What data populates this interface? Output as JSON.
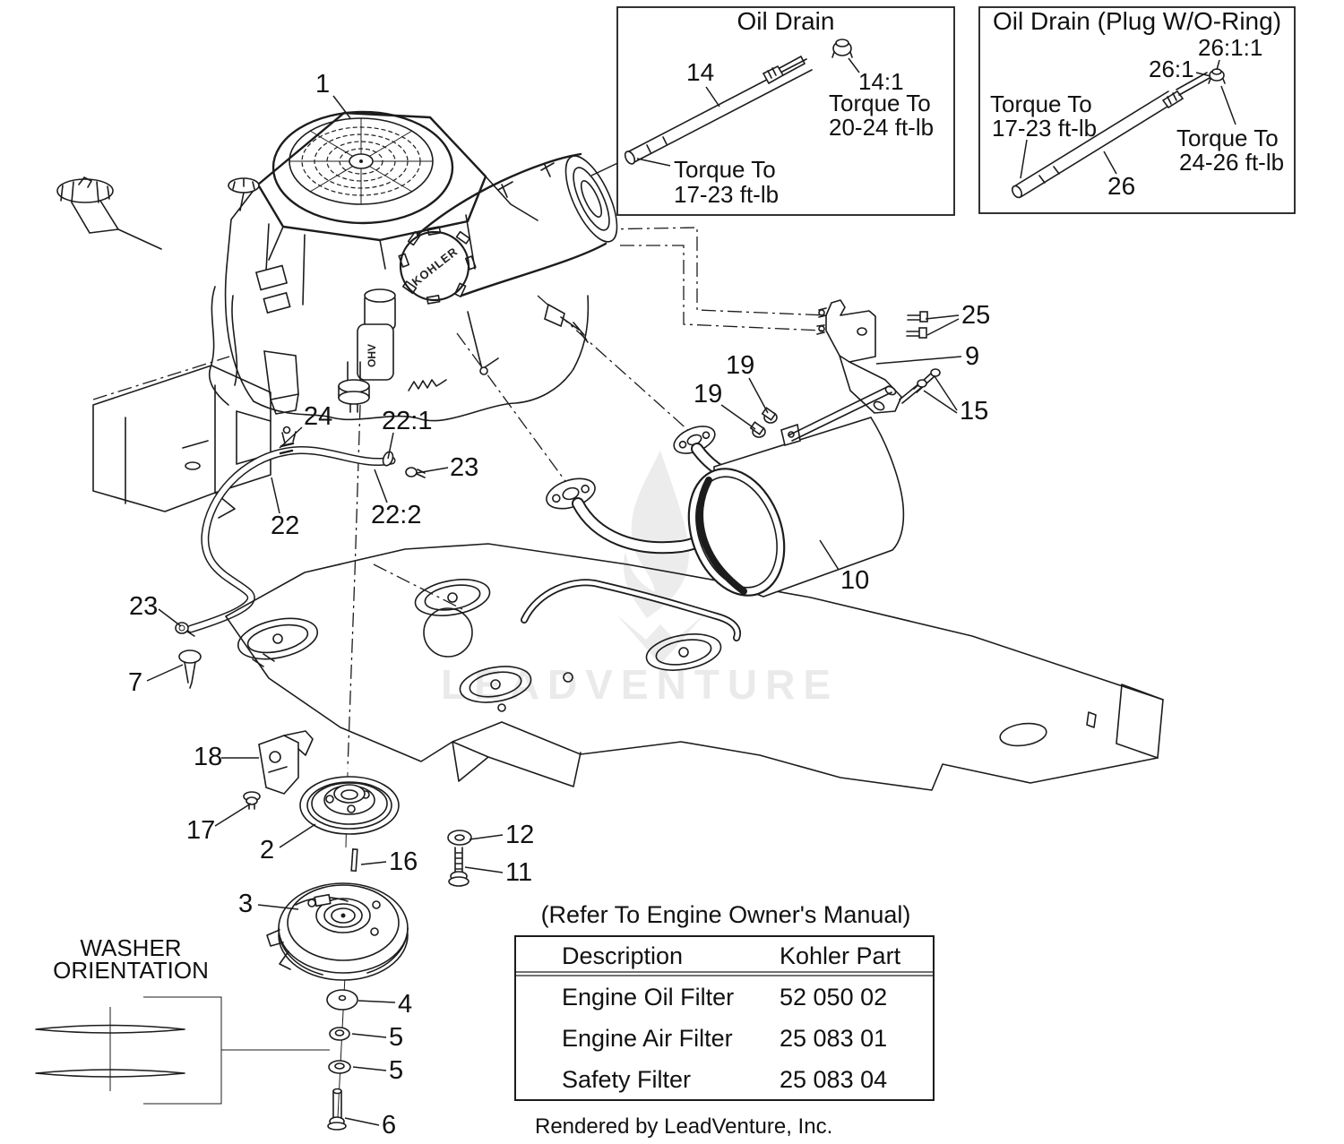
{
  "watermark": {
    "text": "LEADVENTURE",
    "color": "#eaeaea"
  },
  "diagram": {
    "engine_logo": "KOHLER",
    "engine_cover_text": "OHV"
  },
  "callouts": {
    "p1": "1",
    "p2": "2",
    "p3": "3",
    "p4": "4",
    "p5a": "5",
    "p5b": "5",
    "p6": "6",
    "p7": "7",
    "p9": "9",
    "p10": "10",
    "p11": "11",
    "p12": "12",
    "p15": "15",
    "p16": "16",
    "p17": "17",
    "p18": "18",
    "p19a": "19",
    "p19b": "19",
    "p22": "22",
    "p22_1": "22:1",
    "p22_2": "22:2",
    "p23a": "23",
    "p23b": "23",
    "p24": "24",
    "p25": "25"
  },
  "inset_oil_drain": {
    "title": "Oil Drain",
    "part": "14",
    "part_plug": "14:1",
    "plug_torque_l1": "Torque To",
    "plug_torque_l2": "20-24 ft-lb",
    "tube_torque_l1": "Torque To",
    "tube_torque_l2": "17-23 ft-lb"
  },
  "inset_oil_drain_plug": {
    "title": "Oil Drain (Plug W/O-Ring)",
    "part": "26",
    "part_plug": "26:1",
    "part_oring": "26:1:1",
    "left_torque_l1": "Torque To",
    "left_torque_l2": "17-23 ft-lb",
    "right_torque_l1": "Torque To",
    "right_torque_l2": "24-26 ft-lb"
  },
  "washer_note": {
    "line1": "WASHER",
    "line2": "ORIENTATION"
  },
  "manual_note": "(Refer To Engine Owner's Manual)",
  "parts_table": {
    "header": {
      "description": "Description",
      "part": "Kohler Part"
    },
    "rows": [
      {
        "description": "Engine Oil Filter",
        "part": "52 050 02"
      },
      {
        "description": "Engine Air Filter",
        "part": "25 083 01"
      },
      {
        "description": "Safety Filter",
        "part": "25 083 04"
      }
    ]
  },
  "footer": {
    "credit": "Rendered by LeadVenture, Inc."
  }
}
